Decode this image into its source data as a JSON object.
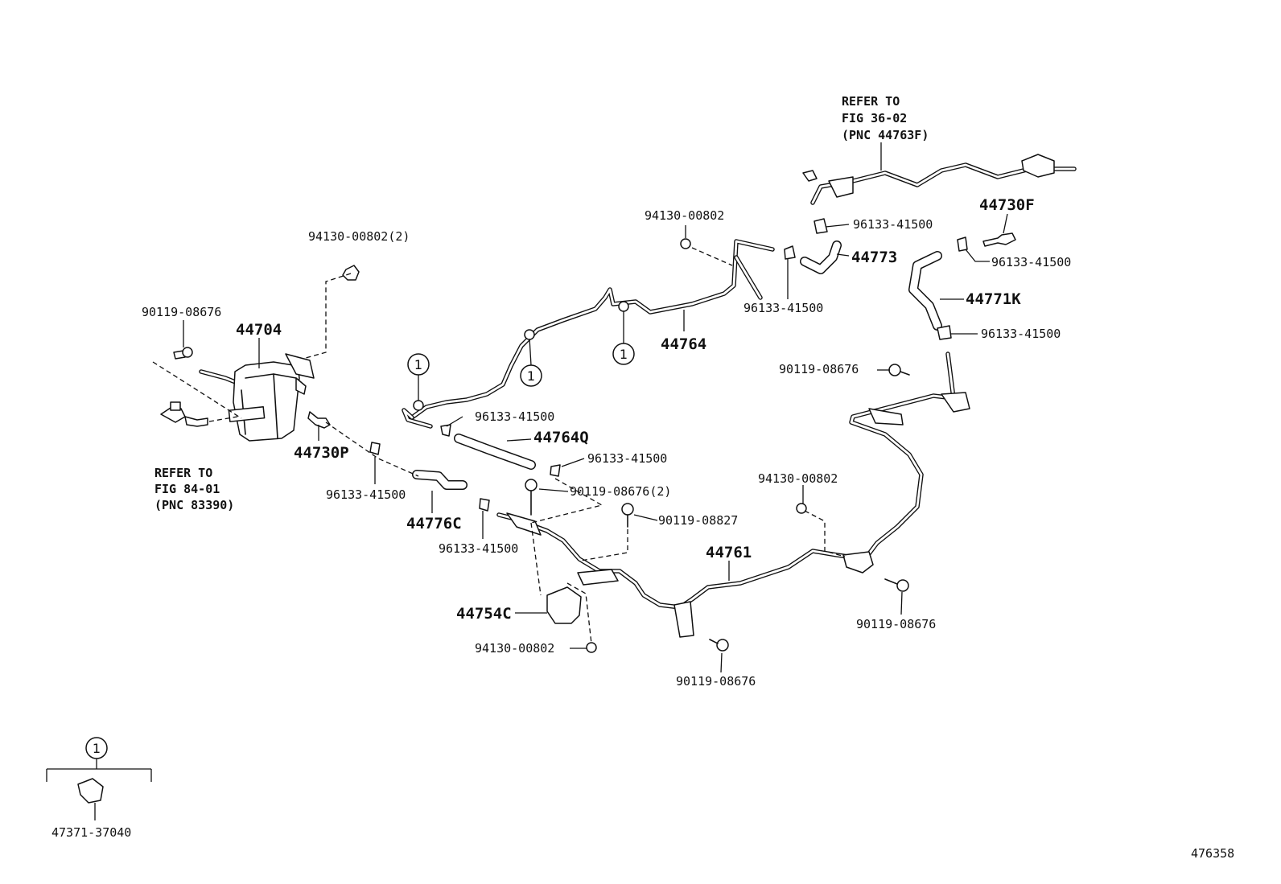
{
  "callouts": {
    "p94130_00802_2": "94130-00802(2)",
    "p90119_08676_tl": "90119-08676",
    "p44704": "44704",
    "refer_fig84": {
      "line1": "REFER TO",
      "line2": "FIG 84-01",
      "line3": "(PNC 83390)"
    },
    "p44730P": "44730P",
    "p96133_41500_a": "96133-41500",
    "p44776C": "44776C",
    "p96133_41500_b": "96133-41500",
    "p96133_41500_c": "96133-41500",
    "p44764Q": "44764Q",
    "p96133_41500_d": "96133-41500",
    "p90119_08676_2": "90119-08676(2)",
    "p90119_08827": "90119-08827",
    "p44754C": "44754C",
    "p94130_00802_bot": "94130-00802",
    "p90119_08676_bot": "90119-08676",
    "p44761": "44761",
    "p94130_00802_mid": "94130-00802",
    "p90119_08676_right": "90119-08676",
    "p94130_00802_top": "94130-00802",
    "p44764": "44764",
    "p96133_41500_e": "96133-41500",
    "p96133_41500_f": "96133-41500",
    "p44773": "44773",
    "refer_fig36": {
      "line1": "REFER TO",
      "line2": "FIG 36-02",
      "line3": "(PNC 44763F)"
    },
    "p44730F": "44730F",
    "p96133_41500_g": "96133-41500",
    "p44771K": "44771K",
    "p96133_41500_h": "96133-41500",
    "p90119_08676_mid": "90119-08676"
  },
  "clip_marker": "1",
  "legend": {
    "marker": "1",
    "part": "47371-37040"
  },
  "figure_id": "476358"
}
